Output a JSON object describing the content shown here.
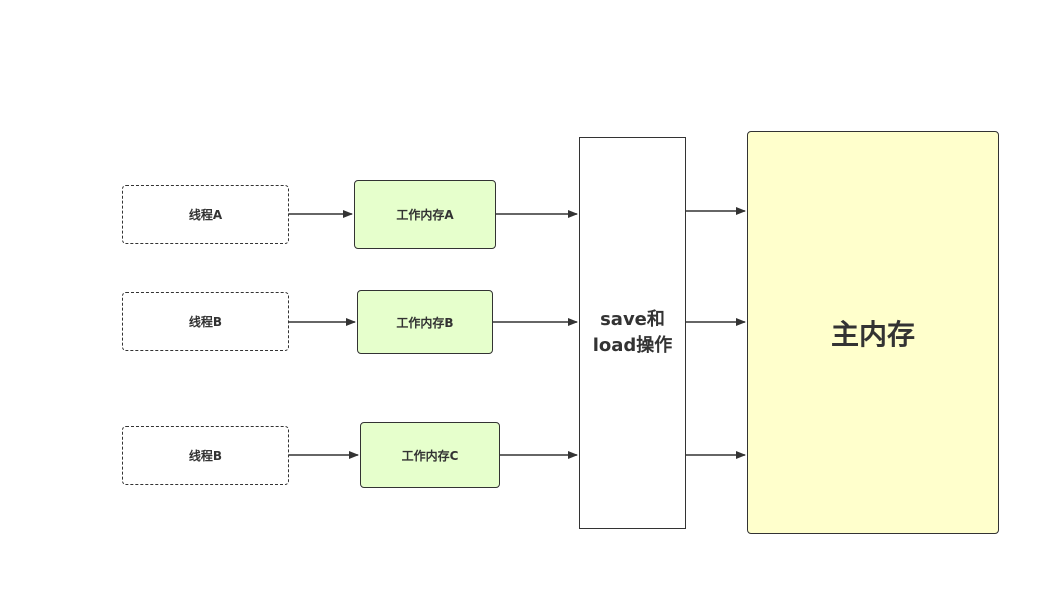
{
  "colors": {
    "work_memory_fill": "#e6ffcc",
    "main_memory_fill": "#ffffcc",
    "stroke": "#333333"
  },
  "threads": [
    {
      "label": "线程A"
    },
    {
      "label": "线程B"
    },
    {
      "label": "线程B"
    }
  ],
  "work_memories": [
    {
      "label": "工作内存A"
    },
    {
      "label": "工作内存B"
    },
    {
      "label": "工作内存C"
    }
  ],
  "operations": {
    "line1": "save和",
    "line2": "load操作"
  },
  "main_memory": {
    "label": "主内存"
  }
}
